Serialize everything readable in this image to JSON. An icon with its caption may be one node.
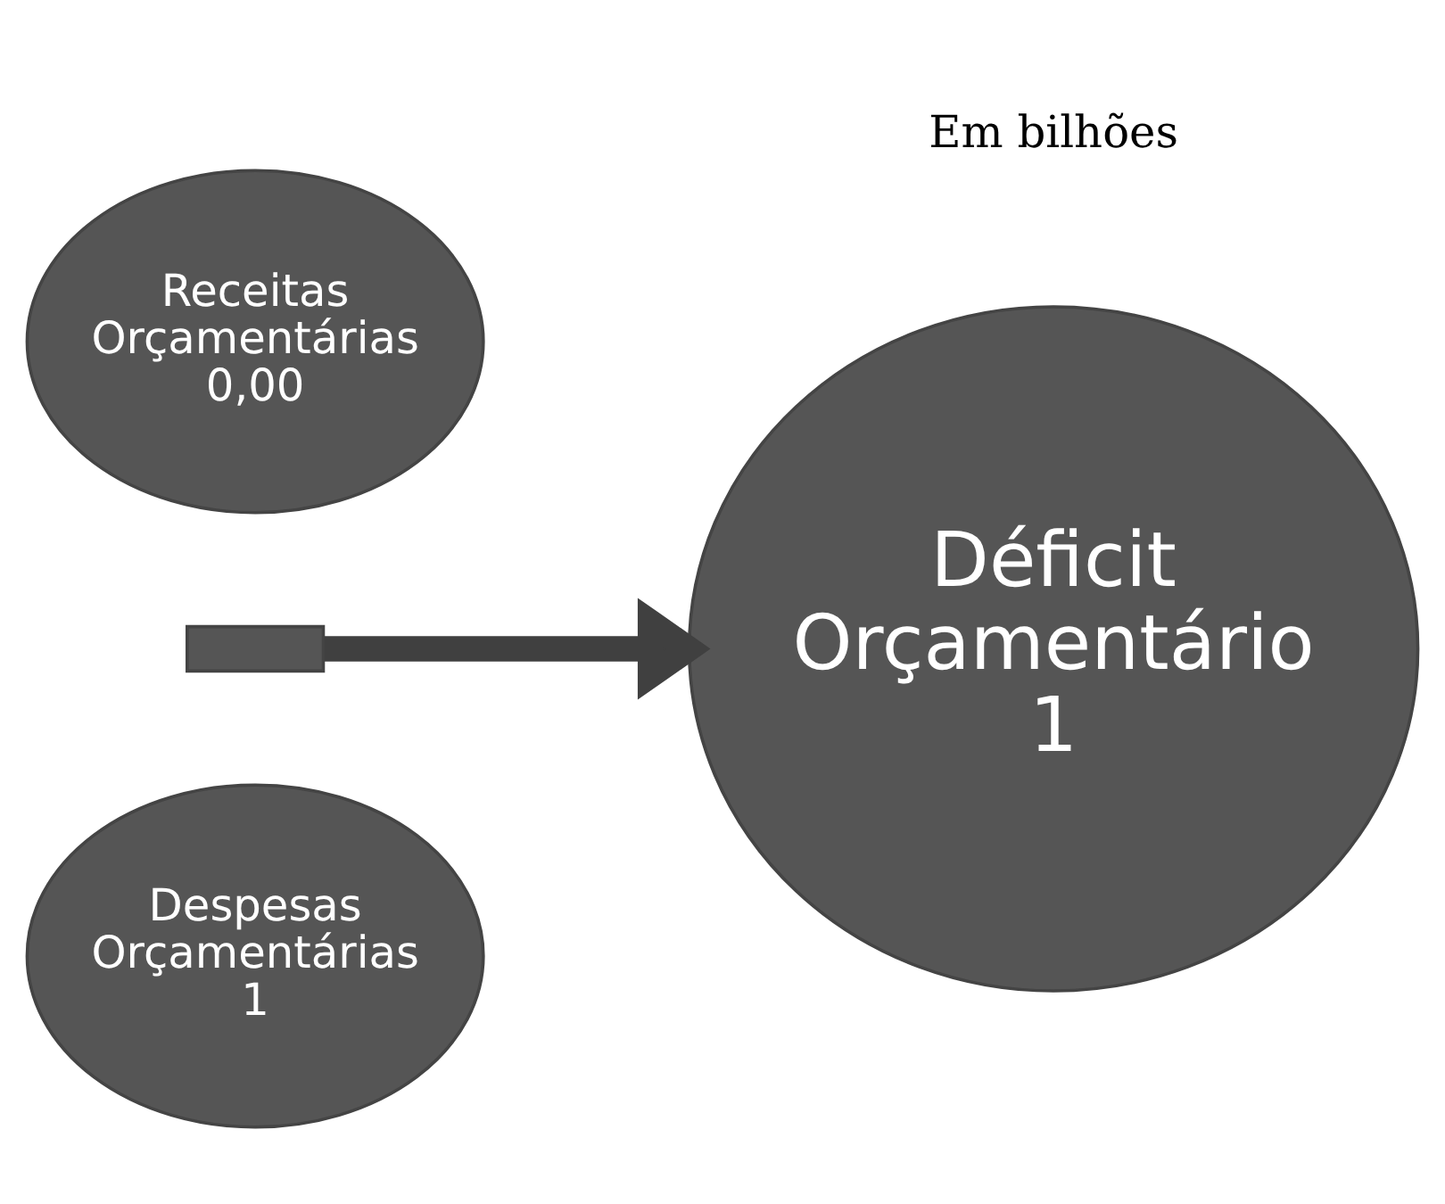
{
  "diagram": {
    "nodes": [
      {
        "text": [
          "Receitas Orçamentárias 0,00"
        ]
      },
      {
        "text": [],
        "shape": "bar"
      },
      {
        "text": [
          "Despesas Orçamentárias 1"
        ]
      },
      {
        "text": [
          "Déficit Orçamentário 1"
        ]
      }
    ],
    "edges": [
      {
        "from": 1,
        "to": 3,
        "arrow": "to"
      }
    ],
    "labels": [
      "Em bilhões"
    ]
  }
}
